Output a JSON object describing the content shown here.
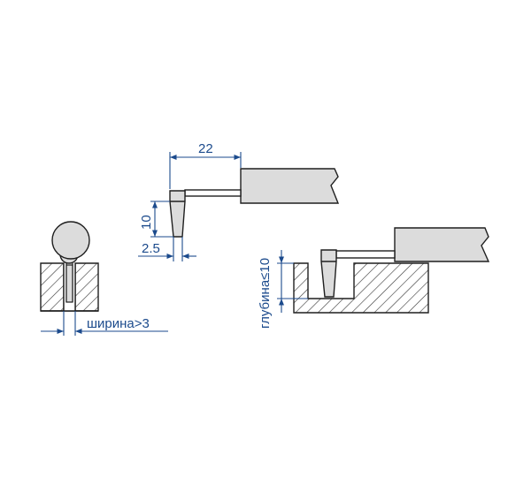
{
  "labels": {
    "length": "22",
    "height": "10",
    "tip": "2.5",
    "width": "ширина>3",
    "depth": "глубина≤10"
  },
  "colors": {
    "line": "#1f1f1f",
    "dimension": "#1b4a8c",
    "fill": "#dcdcdc",
    "background": "#ffffff"
  }
}
